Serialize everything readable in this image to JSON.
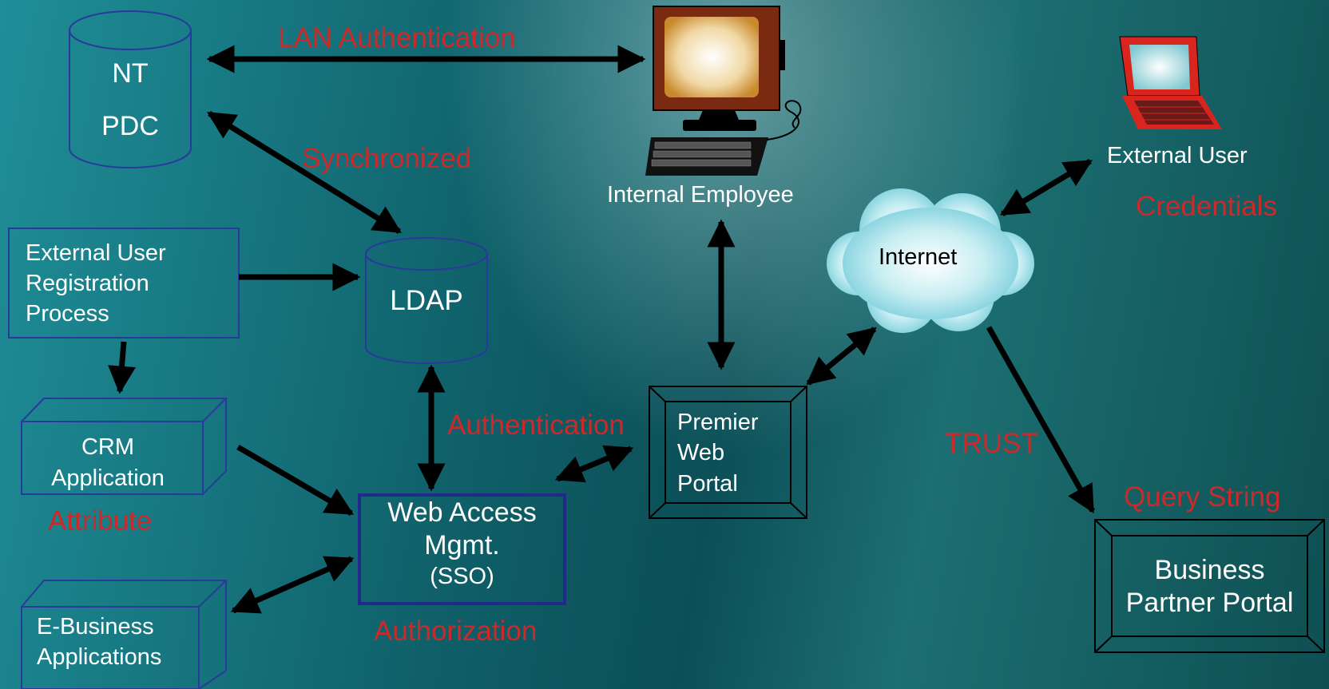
{
  "nodes": {
    "nt_pdc": {
      "line1": "NT",
      "line2": "PDC"
    },
    "ldap": {
      "label": "LDAP"
    },
    "ext_reg": {
      "line1": "External User",
      "line2": "Registration",
      "line3": "Process"
    },
    "crm": {
      "line1": "CRM",
      "line2": "Application"
    },
    "ebiz": {
      "line1": "E-Business",
      "line2": "Applications"
    },
    "wam": {
      "line1": "Web Access",
      "line2": "Mgmt.",
      "line3": "(SSO)"
    },
    "internal_employee": {
      "label": "Internal Employee"
    },
    "premier": {
      "line1": "Premier",
      "line2": "Web",
      "line3": "Portal"
    },
    "internet": {
      "label": "Internet"
    },
    "external_user": {
      "label": "External User"
    },
    "bpp": {
      "line1": "Business",
      "line2": "Partner Portal"
    }
  },
  "labels": {
    "lan_auth": "LAN Authentication",
    "synchronized": "Synchronized",
    "authentication": "Authentication",
    "attribute": "Attribute",
    "authorization": "Authorization",
    "credentials": "Credentials",
    "trust": "TRUST",
    "query_string": "Query String"
  },
  "colors": {
    "label_red": "#cc2a2a",
    "box_stroke": "#2a3a9a",
    "arrow": "#000000",
    "text": "#ffffff"
  }
}
